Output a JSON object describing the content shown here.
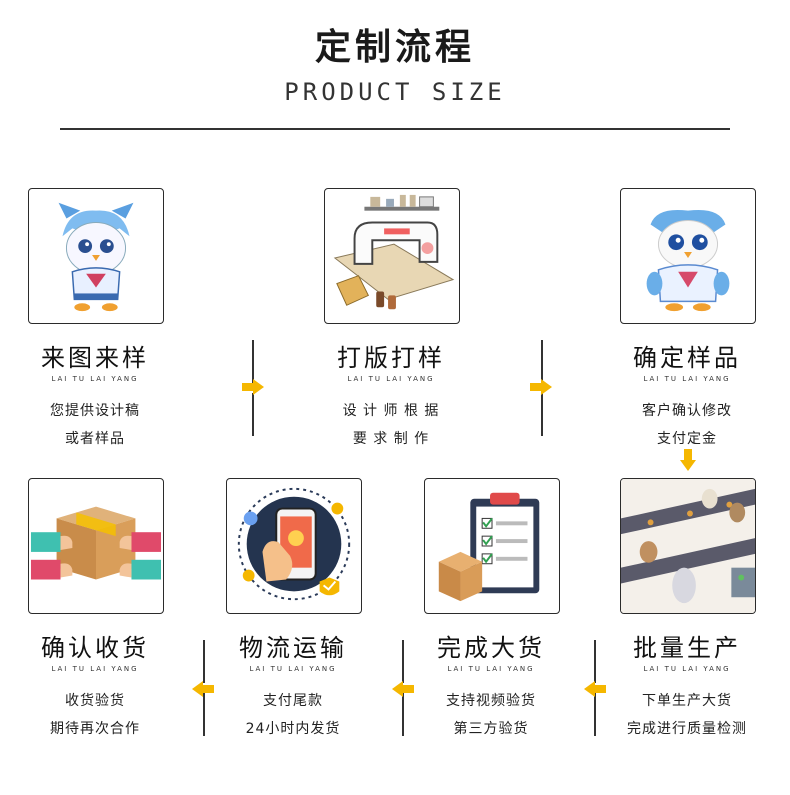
{
  "header": {
    "title": "定制流程",
    "subtitle": "PRODUCT SIZE"
  },
  "colors": {
    "arrow": "#f5b700",
    "border": "#2b2b2b"
  },
  "steps": [
    {
      "title": "来图来样",
      "pinyin": "LAI TU LAI YANG",
      "desc1": "您提供设计稿",
      "desc2": "或者样品",
      "icon": "mascot-drawing-icon"
    },
    {
      "title": "打版打样",
      "pinyin": "LAI TU LAI YANG",
      "desc1": "设 计 师 根 据",
      "desc2": "要 求 制 作",
      "icon": "sewing-machine-icon"
    },
    {
      "title": "确定样品",
      "pinyin": "LAI TU LAI YANG",
      "desc1": "客户确认修改",
      "desc2": "支付定金",
      "icon": "plush-sample-icon"
    },
    {
      "title": "批量生产",
      "pinyin": "LAI TU LAI YANG",
      "desc1": "下单生产大货",
      "desc2": "完成进行质量检测",
      "icon": "production-line-icon"
    },
    {
      "title": "完成大货",
      "pinyin": "LAI TU LAI YANG",
      "desc1": "支持视频验货",
      "desc2": "第三方验货",
      "icon": "checklist-box-icon"
    },
    {
      "title": "物流运输",
      "pinyin": "LAI TU LAI YANG",
      "desc1": "支付尾款",
      "desc2": "24小时内发货",
      "icon": "phone-payment-icon"
    },
    {
      "title": "确认收货",
      "pinyin": "LAI TU LAI YANG",
      "desc1": "收货验货",
      "desc2": "期待再次合作",
      "icon": "package-handover-icon"
    }
  ]
}
